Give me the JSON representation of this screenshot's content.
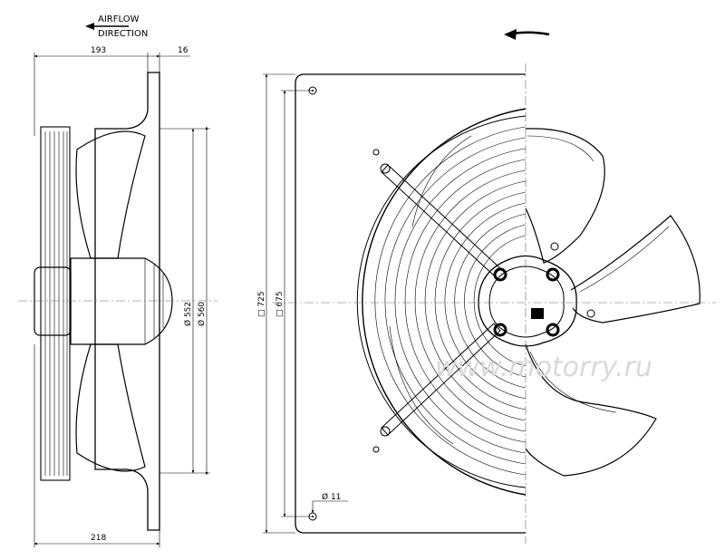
{
  "airflow": {
    "line1": "AIRFLOW",
    "line2": "DIRECTION"
  },
  "dimensions": {
    "depth_top": "193",
    "flange": "16",
    "dia_552": "Ø 552",
    "dia_560": "Ø 560",
    "overall_depth": "218",
    "square_725": "□ 725",
    "square_675": "□ 675",
    "hole": "Ø 11"
  },
  "watermark": "www.motorry.ru",
  "icons": {
    "rotation": "rotation-arrow-icon",
    "airflow": "airflow-arrow-icon"
  },
  "colors": {
    "line": "#000000",
    "watermark": "#d9d9d9"
  }
}
